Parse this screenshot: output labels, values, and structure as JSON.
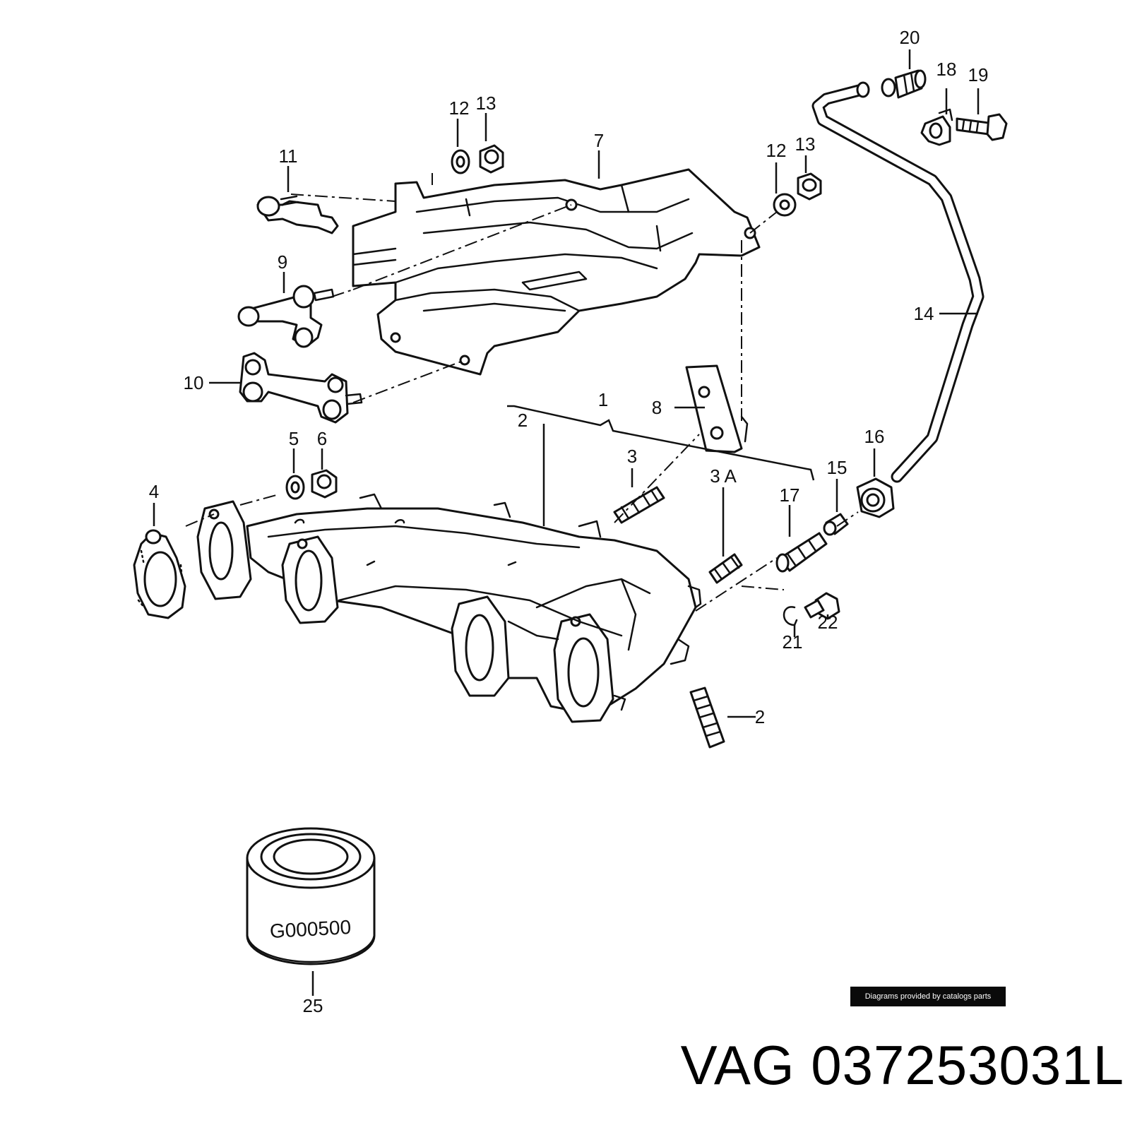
{
  "callouts": {
    "c1": "1",
    "c2a": "2",
    "c2b": "2",
    "c3": "3",
    "c3a": "3 A",
    "c4": "4",
    "c5": "5",
    "c6": "6",
    "c7": "7",
    "c8": "8",
    "c9": "9",
    "c10": "10",
    "c11": "11",
    "c12a": "12",
    "c12b": "12",
    "c13a": "13",
    "c13b": "13",
    "c14": "14",
    "c15": "15",
    "c16": "16",
    "c17": "17",
    "c18": "18",
    "c19": "19",
    "c20": "20",
    "c21": "21",
    "c22": "22",
    "c25": "25"
  },
  "filter_label": "G000500",
  "credit": "Diagrams provided by catalogs parts",
  "part_number": "VAG 037253031L"
}
